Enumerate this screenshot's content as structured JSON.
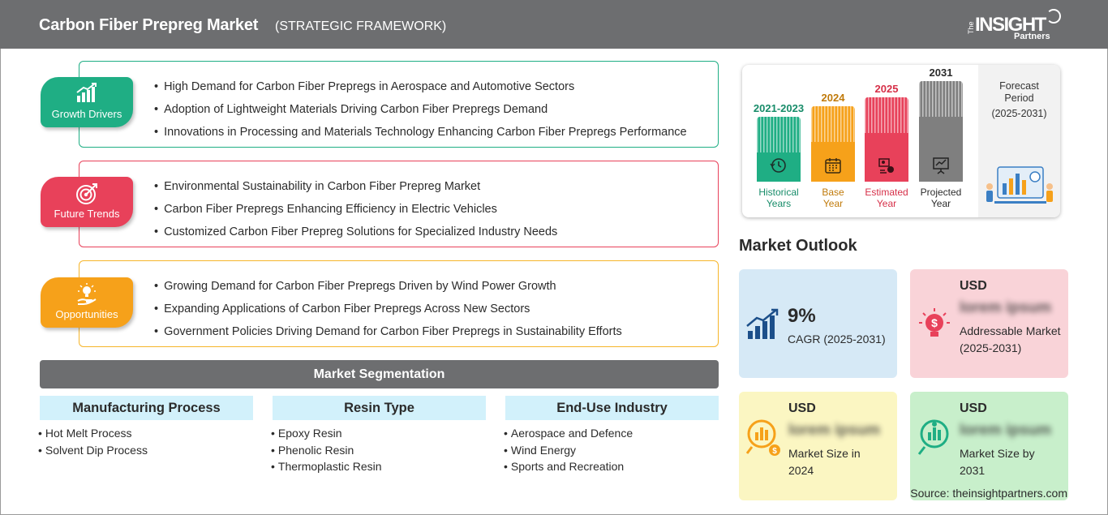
{
  "header": {
    "title": "Carbon Fiber Prepreg Market",
    "subtitle": "(STRATEGIC FRAMEWORK)",
    "logo_the": "The",
    "logo_insight": "INSIGHT",
    "logo_partners": "Partners"
  },
  "framework": {
    "growth_drivers": {
      "label": "Growth Drivers",
      "color": "#1fae84",
      "items": [
        "High Demand for Carbon Fiber Prepregs in Aerospace and Automotive Sectors",
        "Adoption of Lightweight Materials Driving Carbon Fiber Prepregs Demand",
        "Innovations in Processing and Materials Technology Enhancing Carbon Fiber Prepregs Performance"
      ]
    },
    "future_trends": {
      "label": "Future Trends",
      "color": "#e8415a",
      "items": [
        "Environmental Sustainability in Carbon Fiber Prepreg Market",
        "Carbon Fiber Prepregs Enhancing Efficiency in Electric Vehicles",
        "Customized Carbon Fiber Prepreg Solutions for Specialized Industry Needs"
      ]
    },
    "opportunities": {
      "label": "Opportunities",
      "color": "#f6a11a",
      "items": [
        "Growing Demand for Carbon Fiber Prepregs Driven by Wind Power Growth",
        "Expanding Applications of Carbon Fiber Prepregs Across New Sectors",
        "Government Policies Driving Demand for Carbon Fiber Prepregs in Sustainability Efforts"
      ]
    }
  },
  "segmentation": {
    "title": "Market Segmentation",
    "columns": [
      {
        "heading": "Manufacturing Process",
        "items": [
          "Hot Melt Process",
          "Solvent Dip Process"
        ]
      },
      {
        "heading": "Resin Type",
        "items": [
          "Epoxy Resin",
          "Phenolic Resin",
          "Thermoplastic Resin"
        ]
      },
      {
        "heading": "End-Use Industry",
        "items": [
          "Aerospace and Defence",
          "Wind Energy",
          "Sports and Recreation"
        ]
      }
    ]
  },
  "timeline": {
    "periods": [
      {
        "year": "2021-2023",
        "label_line1": "Historical",
        "label_line2": "Years",
        "color": "#1fae84",
        "icon": "history-icon"
      },
      {
        "year": "2024",
        "label_line1": "Base",
        "label_line2": "Year",
        "color": "#f6a11a",
        "icon": "calendar-icon"
      },
      {
        "year": "2025",
        "label_line1": "Estimated",
        "label_line2": "Year",
        "color": "#e8415a",
        "icon": "estimate-icon"
      },
      {
        "year": "2031",
        "label_line1": "Projected",
        "label_line2": "Year",
        "color": "#7f7f7f",
        "icon": "presentation-icon"
      }
    ],
    "forecast_line1": "Forecast",
    "forecast_line2": "Period",
    "forecast_line3": "(2025-2031)"
  },
  "outlook": {
    "title": "Market Outlook",
    "cagr": {
      "value": "9%",
      "label": "CAGR (2025-2031)",
      "color": "#d6e9f6"
    },
    "addressable": {
      "currency": "USD",
      "value": "lorem ipsum",
      "label": "Addressable Market (2025-2031)",
      "color": "#f9d3d8"
    },
    "size_2024": {
      "currency": "USD",
      "value": "lorem ipsum",
      "label": "Market Size in 2024",
      "color": "#fbf6c2"
    },
    "size_2031": {
      "currency": "USD",
      "value": "lorem ipsum",
      "label": "Market Size by 2031",
      "color": "#c8efcb"
    }
  },
  "source": "Source: theinsightpartners.com"
}
